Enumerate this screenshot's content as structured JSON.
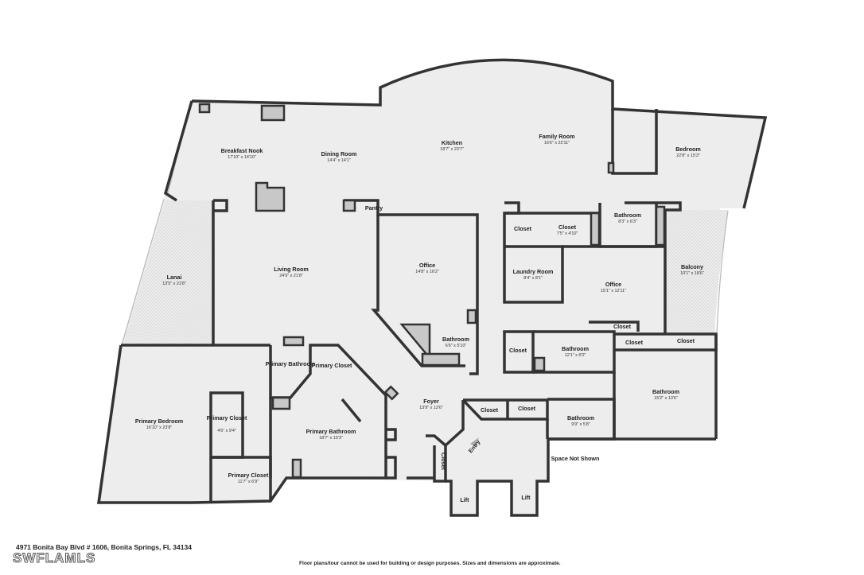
{
  "rooms": [
    {
      "id": "breakfast-nook",
      "name": "Breakfast Nook",
      "dim": "17'10\" x 14'10\""
    },
    {
      "id": "dining-room",
      "name": "Dining Room",
      "dim": "14'4\" x 14'1\""
    },
    {
      "id": "kitchen",
      "name": "Kitchen",
      "dim": "18'7\" x 23'7\""
    },
    {
      "id": "family-room",
      "name": "Family Room",
      "dim": "16'6\" x 22'11\""
    },
    {
      "id": "bedroom",
      "name": "Bedroom",
      "dim": "22'8\" x 15'3\""
    },
    {
      "id": "pantry",
      "name": "Pantry",
      "dim": ""
    },
    {
      "id": "closet-a",
      "name": "Closet",
      "dim": ""
    },
    {
      "id": "closet-b",
      "name": "Closet",
      "dim": "7'5\" x 4'10\""
    },
    {
      "id": "bathroom-a",
      "name": "Bathroom",
      "dim": "8'3\" x 6'3\""
    },
    {
      "id": "lanai",
      "name": "Lanai",
      "dim": "13'5\" x 21'8\""
    },
    {
      "id": "living-room",
      "name": "Living Room",
      "dim": "24'9\" x 21'8\""
    },
    {
      "id": "office-a",
      "name": "Office",
      "dim": "14'8\" x 16'2\""
    },
    {
      "id": "laundry-room",
      "name": "Laundry Room",
      "dim": "8'4\" x 8'1\""
    },
    {
      "id": "office-b",
      "name": "Office",
      "dim": "15'1\" x 12'11\""
    },
    {
      "id": "balcony",
      "name": "Balcony",
      "dim": "10'1\" x 18'6\""
    },
    {
      "id": "closet-c",
      "name": "Closet",
      "dim": ""
    },
    {
      "id": "closet-d",
      "name": "Closet",
      "dim": ""
    },
    {
      "id": "closet-e",
      "name": "Closet",
      "dim": ""
    },
    {
      "id": "closet-f",
      "name": "Closet",
      "dim": ""
    },
    {
      "id": "bathroom-b",
      "name": "Bathroom",
      "dim": "6'6\" x 5'10\""
    },
    {
      "id": "bathroom-c",
      "name": "Bathroom",
      "dim": "12'1\" x 6'0\""
    },
    {
      "id": "primary-bathroom-a",
      "name": "Primary Bathroom",
      "dim": ""
    },
    {
      "id": "primary-closet-a",
      "name": "Primary Closet",
      "dim": ""
    },
    {
      "id": "bathroom-d",
      "name": "Bathroom",
      "dim": "15'2\" x 13'6\""
    },
    {
      "id": "primary-bedroom",
      "name": "Primary Bedroom",
      "dim": "16'10\" x 23'8\""
    },
    {
      "id": "primary-closet-b",
      "name": "Primary Closet",
      "dim": "4'6\" x 9'4\""
    },
    {
      "id": "foyer",
      "name": "Foyer",
      "dim": "13'9\" x 12'6\""
    },
    {
      "id": "closet-g",
      "name": "Closet",
      "dim": ""
    },
    {
      "id": "closet-h",
      "name": "Closet",
      "dim": ""
    },
    {
      "id": "primary-bathroom-b",
      "name": "Primary Bathroom",
      "dim": "18'7\" x 15'3\""
    },
    {
      "id": "bathroom-e",
      "name": "Bathroom",
      "dim": "9'9\" x 5'8\""
    },
    {
      "id": "space-not-shown",
      "name": "Space Not Shown",
      "dim": ""
    },
    {
      "id": "closet-i",
      "name": "Closet",
      "dim": ""
    },
    {
      "id": "primary-closet-c",
      "name": "Primary Closet",
      "dim": "11'7\" x 6'9\""
    },
    {
      "id": "entry",
      "name": "Entry",
      "dim": ""
    },
    {
      "id": "lift-a",
      "name": "Lift",
      "dim": ""
    },
    {
      "id": "lift-b",
      "name": "Lift",
      "dim": ""
    }
  ],
  "footer": {
    "address": "4971 Bonita Bay Blvd # 1606, Bonita Springs, FL 34134",
    "disclaimer": "Floor plans/tour cannot be used for building or design purposes. Sizes and dimensions are approximate.",
    "watermark": "SWFLAMLS"
  }
}
